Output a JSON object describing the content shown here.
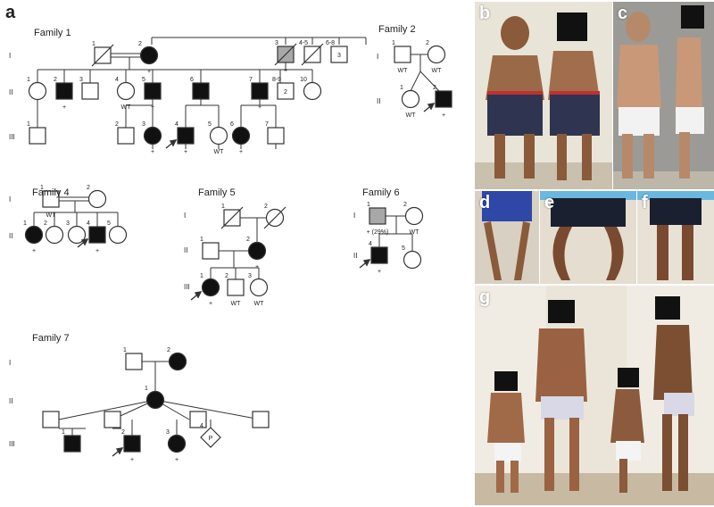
{
  "panel_letters": {
    "a": "a",
    "b": "b",
    "c": "c",
    "d": "d",
    "e": "e",
    "f": "f",
    "g": "g"
  },
  "family_titles": {
    "f1": "Family 1",
    "f2": "Family 2",
    "f4": "Family 4",
    "f5": "Family 5",
    "f6": "Family 6",
    "f7": "Family 7"
  },
  "generations": {
    "I": "I",
    "II": "II",
    "III": "III"
  },
  "annotations": {
    "plus": "+",
    "wt": "WT",
    "pct": "+ (29%)",
    "p": "P"
  },
  "f1": {
    "I": {
      "n1": "1",
      "n2": "2",
      "n3": "3",
      "n45": "4-5",
      "n68": "6-8",
      "count3": "3"
    },
    "II": {
      "n1": "1",
      "n2": "2",
      "n3": "3",
      "n4": "4",
      "n5": "5",
      "n6": "6",
      "n7": "7",
      "n89": "8-9",
      "count2": "2",
      "n10": "10"
    },
    "III": {
      "n1": "1",
      "n2": "2",
      "n3": "3",
      "n4": "4",
      "n5": "5",
      "n6": "6",
      "n7": "7"
    }
  },
  "f2": {
    "I": {
      "n1": "1",
      "n2": "2"
    },
    "II": {
      "n1": "1",
      "n2": "2"
    }
  },
  "f4": {
    "I": {
      "n1": "1",
      "n2": "2"
    },
    "II": {
      "n1": "1",
      "n2": "2",
      "n3": "3",
      "n4": "4",
      "n5": "5"
    }
  },
  "f5": {
    "I": {
      "n1": "1",
      "n2": "2"
    },
    "II": {
      "n1": "1",
      "n2": "2"
    },
    "III": {
      "n1": "1",
      "n2": "2",
      "n3": "3"
    }
  },
  "f6": {
    "I": {
      "n1": "1",
      "n2": "2"
    },
    "II": {
      "n4": "4",
      "n5": "5"
    }
  },
  "f7": {
    "I": {
      "n1": "1",
      "n2": "2"
    },
    "II": {
      "n1": "1"
    },
    "III": {
      "n1": "1",
      "n2": "2",
      "n3": "3",
      "n4": "4"
    }
  },
  "colors": {
    "affected": "#111111",
    "carrier": "#a8a8a8",
    "unaffected": "#ffffff",
    "line": "#333333",
    "photo_bg": "#b9aa98"
  }
}
